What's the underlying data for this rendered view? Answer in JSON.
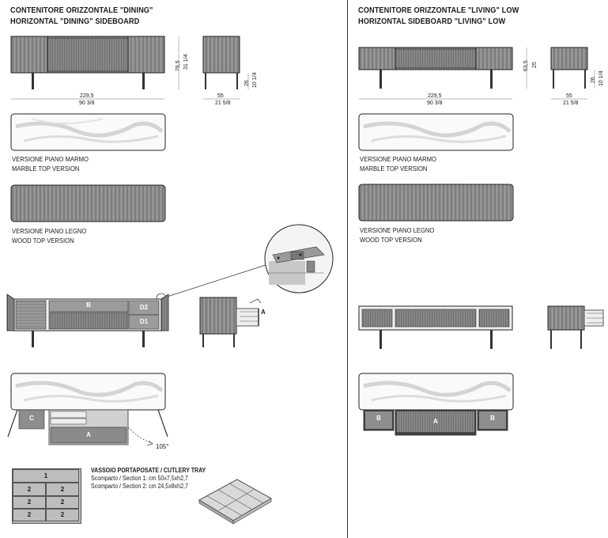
{
  "left": {
    "title_it": "CONTENITORE ORIZZONTALE \"DINING\"",
    "title_en": "HORIZONTAL \"DINING\" SIDEBOARD",
    "width_cm": "229,5",
    "width_in": "90 3/8",
    "height_cm": "79,5",
    "height_in": "31 1/4",
    "leg_cm": "26",
    "leg_in": "10 1/4",
    "depth_cm": "55",
    "depth_in": "21 5/8",
    "marble_it": "VERSIONE PIANO MARMO",
    "marble_en": "MARBLE TOP VERSION",
    "wood_it": "VERSIONE PIANO LEGNO",
    "wood_en": "WOOD TOP VERSION",
    "label_b": "B",
    "label_d2": "D2",
    "label_d1": "D1",
    "label_a_side": "A",
    "label_c": "C",
    "label_a_open": "A",
    "angle": "105°",
    "tray_title": "VASSOIO PORTAPOSATE / CUTLERY TRAY",
    "tray_line1": "Scomparto / Section 1: cm 50x7,5xh2,7",
    "tray_line2": "Scomparto / Section 2: cm 24,5x8xh2,7",
    "tray_cells": [
      "1",
      "2",
      "2",
      "2",
      "2",
      "2",
      "2"
    ]
  },
  "right": {
    "title_it": "CONTENITORE ORIZZONTALE \"LIVING\" LOW",
    "title_en": "HORIZONTAL SIDEBOARD \"LIVING\" LOW",
    "width_cm": "229,5",
    "width_in": "90 3/8",
    "height_cm": "63,5",
    "height_in": "25",
    "leg_cm": "26",
    "leg_in": "10 1/4",
    "depth_cm": "55",
    "depth_in": "21 5/8",
    "marble_it": "VERSIONE PIANO MARMO",
    "marble_en": "MARBLE TOP VERSION",
    "wood_it": "VERSIONE PIANO LEGNO",
    "wood_en": "WOOD TOP VERSION",
    "label_b1": "B",
    "label_a": "A",
    "label_b2": "B"
  },
  "colors": {
    "wood": "#8f8f8f",
    "wood_dark": "#6e6e6e",
    "line": "#222222",
    "panel_light": "#b5b5b5"
  }
}
